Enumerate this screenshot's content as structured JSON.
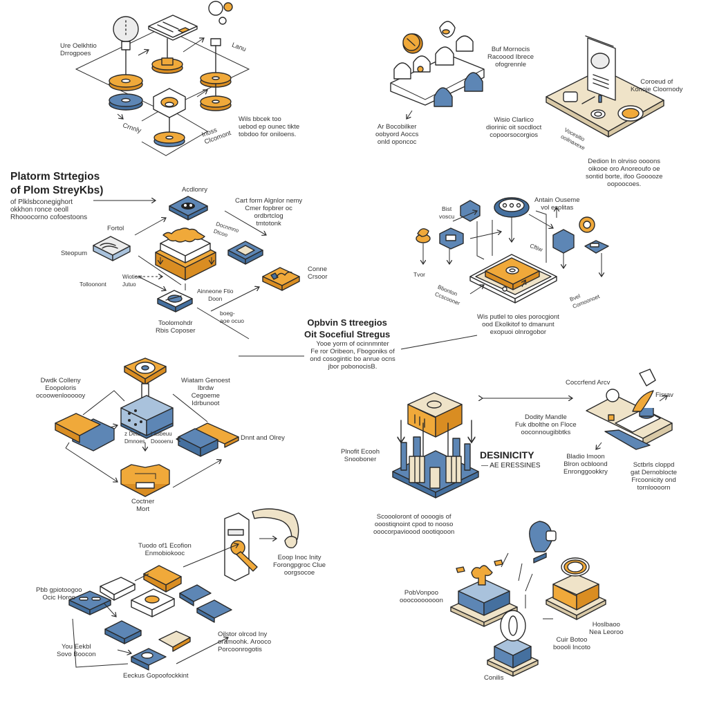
{
  "colors": {
    "accent_orange": "#f0a93a",
    "accent_blue": "#5d86b5",
    "tan": "#efe3c8",
    "ink": "#2a2a2a",
    "background": "#ffffff"
  },
  "headings": {
    "main_title": [
      "Platorm Strtegios",
      "of Plom StreyKbs)"
    ],
    "main_subtitle": [
      "of Plklsbconegighort",
      "okkhon  ronce   oeoll",
      "Rhooocorno cofoestoons"
    ],
    "center_title": [
      "Opbvin S ttreegios",
      "Oit Socefiul Stregus"
    ],
    "center_body": [
      "Yooe yorm of ocinnmnter",
      "Fe ror Oribeon, Fbogoniks of",
      "ond cosogintic bo anrue ocns",
      "jbor pobonocisB."
    ],
    "badge_title": "DESINICITY",
    "badge_subtitle": "AE ERESSINES"
  },
  "sections": {
    "top_left": {
      "labels": [
        [
          "Ure Oelkhtio",
          "Drrogpoes"
        ],
        [
          "Lanu"
        ],
        [
          "Wils bbcek too",
          "uebod ep ounec tikte",
          "tobdoo for oniloens."
        ],
        [
          "Crnnly"
        ],
        [
          "Inoss",
          "Clcomont"
        ]
      ]
    },
    "top_right": {
      "labels": [
        [
          "Buf Mornocis",
          "Racoood Ibrece",
          "ofogrennle"
        ],
        [
          "Ar Bocobilker",
          "oobyord Aoccs",
          "onld oponcoc"
        ],
        [
          "Wisio Clarlico",
          "diorinic oit socdloct",
          "copoorsocorgios"
        ],
        [
          "Coroeud of",
          "Konoje Cloornody"
        ],
        [
          "Vocesitio",
          "ooilnaxexe"
        ],
        [
          "Dedion In olrviso oooons",
          "oikooe oro Anoreoufo oe",
          "sontid borte, ifoo Gooooze",
          "oopoocoes."
        ]
      ]
    },
    "middle_left": {
      "labels": [
        [
          "Acdlonry"
        ],
        [
          "Cart form Algnlor nemy",
          "Cmer fopbrer oc",
          "ordbrtclog",
          "tmtotonk"
        ],
        [
          "Fortol"
        ],
        [
          "Steopum"
        ],
        [
          "Docnmno",
          "Dtcoo"
        ],
        [
          "Wiotiom",
          "Jutuo"
        ],
        [
          "Tolloonont"
        ],
        [
          "Ainneone Ftio",
          "Doon"
        ],
        [
          "Conne",
          "Crsoor"
        ],
        [
          "boeg-",
          "aoe ocuo"
        ],
        [
          "Toolomohdr",
          "Rbis Coposer"
        ]
      ]
    },
    "middle_right": {
      "labels": [
        [
          "Antain Ouseme",
          "vol ecolitas"
        ],
        [
          "Bist",
          "voscu"
        ],
        [
          "Tvor"
        ],
        [
          "Cftiw"
        ],
        [
          "Bbonton",
          "Ccscooner"
        ],
        [
          "Bvel",
          "Comoonoet"
        ],
        [
          "Wis putlel to oles porocgiont",
          "ood Ekolkitof to dmanunt",
          "exopuoi olnrogobor"
        ]
      ]
    },
    "center_left": {
      "labels": [
        [
          "Dwdk Colleny",
          "Eoopoloris",
          "ocoowenloooooy"
        ],
        [
          "Wiatam Genoest",
          "Ibrdw",
          "Cegoeme",
          "Idrbunoot"
        ],
        [
          "z Deto",
          "Dmnoes"
        ],
        [
          "Lasbeuu",
          "Doooenu"
        ],
        [
          "Dnnt and Olrey"
        ],
        [
          "Coctner",
          "Mort"
        ]
      ]
    },
    "center_right": {
      "labels": [
        [
          "Coccrfend Arcv"
        ],
        [
          "Fisrav"
        ],
        [
          "Dodity Mandle",
          "Fuk dbolthe on Floce",
          "ooconnougibbtks"
        ],
        [
          "Plnofit Ecooh",
          "Snooboner"
        ],
        [
          "Bladio Imoon",
          "Blron ocbloond",
          "Enronggookkry"
        ],
        [
          "Sctbrls cloppd",
          "gat Dernoblocte",
          "Frcoonicity ond",
          "tornloooorn"
        ]
      ]
    },
    "bottom_left": {
      "labels": [
        [
          "Tuodo of1 Ecofion",
          "Enmobiokooc"
        ],
        [
          "Eoop Inoc Inity",
          "Forongpgroc Clue",
          "oorgsocoe"
        ],
        [
          "Pbb gpiotoogoo",
          "Ocic Horoo"
        ],
        [
          "Oilstor olrcod Iny",
          "oramoohk. Arooco",
          "Porcoonrogotis"
        ],
        [
          "You Eekbl",
          "Sovo Boocon"
        ],
        [
          "Eeckus Gopoofockkint"
        ]
      ]
    },
    "bottom_right": {
      "labels": [
        [
          "Scoooloront of oooogis of",
          "ooostiqnoint cpod to nooso",
          "ooocorpavioood oootiqooon"
        ],
        [
          "PobVonpoo",
          "ooocooooooon"
        ],
        [
          "Hoslbaoo",
          "Nea Leoroo"
        ],
        [
          "Cuir Botoo",
          "boooli Incoto"
        ],
        [
          "Conilis"
        ]
      ]
    }
  }
}
